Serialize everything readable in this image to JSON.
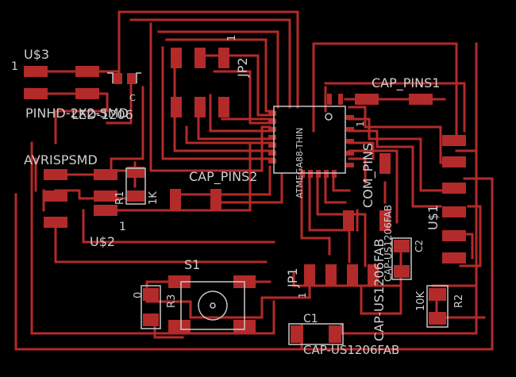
{
  "colors": {
    "background": "#000000",
    "copper": "#b32a2a",
    "silkscreen": "#c8c8c8",
    "label": "#cfcfcf"
  },
  "labels": {
    "u3": "U$3",
    "u3_pin1": "1",
    "pinhd": "PINHD-2X2-SMD",
    "led": "LED-1206",
    "led_c": "C",
    "avrisp": "AVRISPSMD",
    "r1": "R1",
    "r1_val": "1K",
    "u2": "U$2",
    "u2_pin1": "1",
    "jp2": "JP2",
    "jp2_pin1": "1",
    "cap_pins2": "CAP_PINS2",
    "atmega": "ATMEGA88-THIN",
    "atmega_pin1": "1",
    "cap_pins1": "CAP_PINS1",
    "com_pins": "COM_PINS",
    "u1": "U$1",
    "c2": "C2",
    "c2_pkg": "CAP-US1206FAB",
    "jp1": "JP1",
    "jp1_pin1": "1",
    "s1": "S1",
    "r3": "R3",
    "r3_val": "0",
    "c1": "C1",
    "c1_pkg": "CAP-US1206FAB",
    "r2": "R2",
    "r2_val": "10K"
  }
}
